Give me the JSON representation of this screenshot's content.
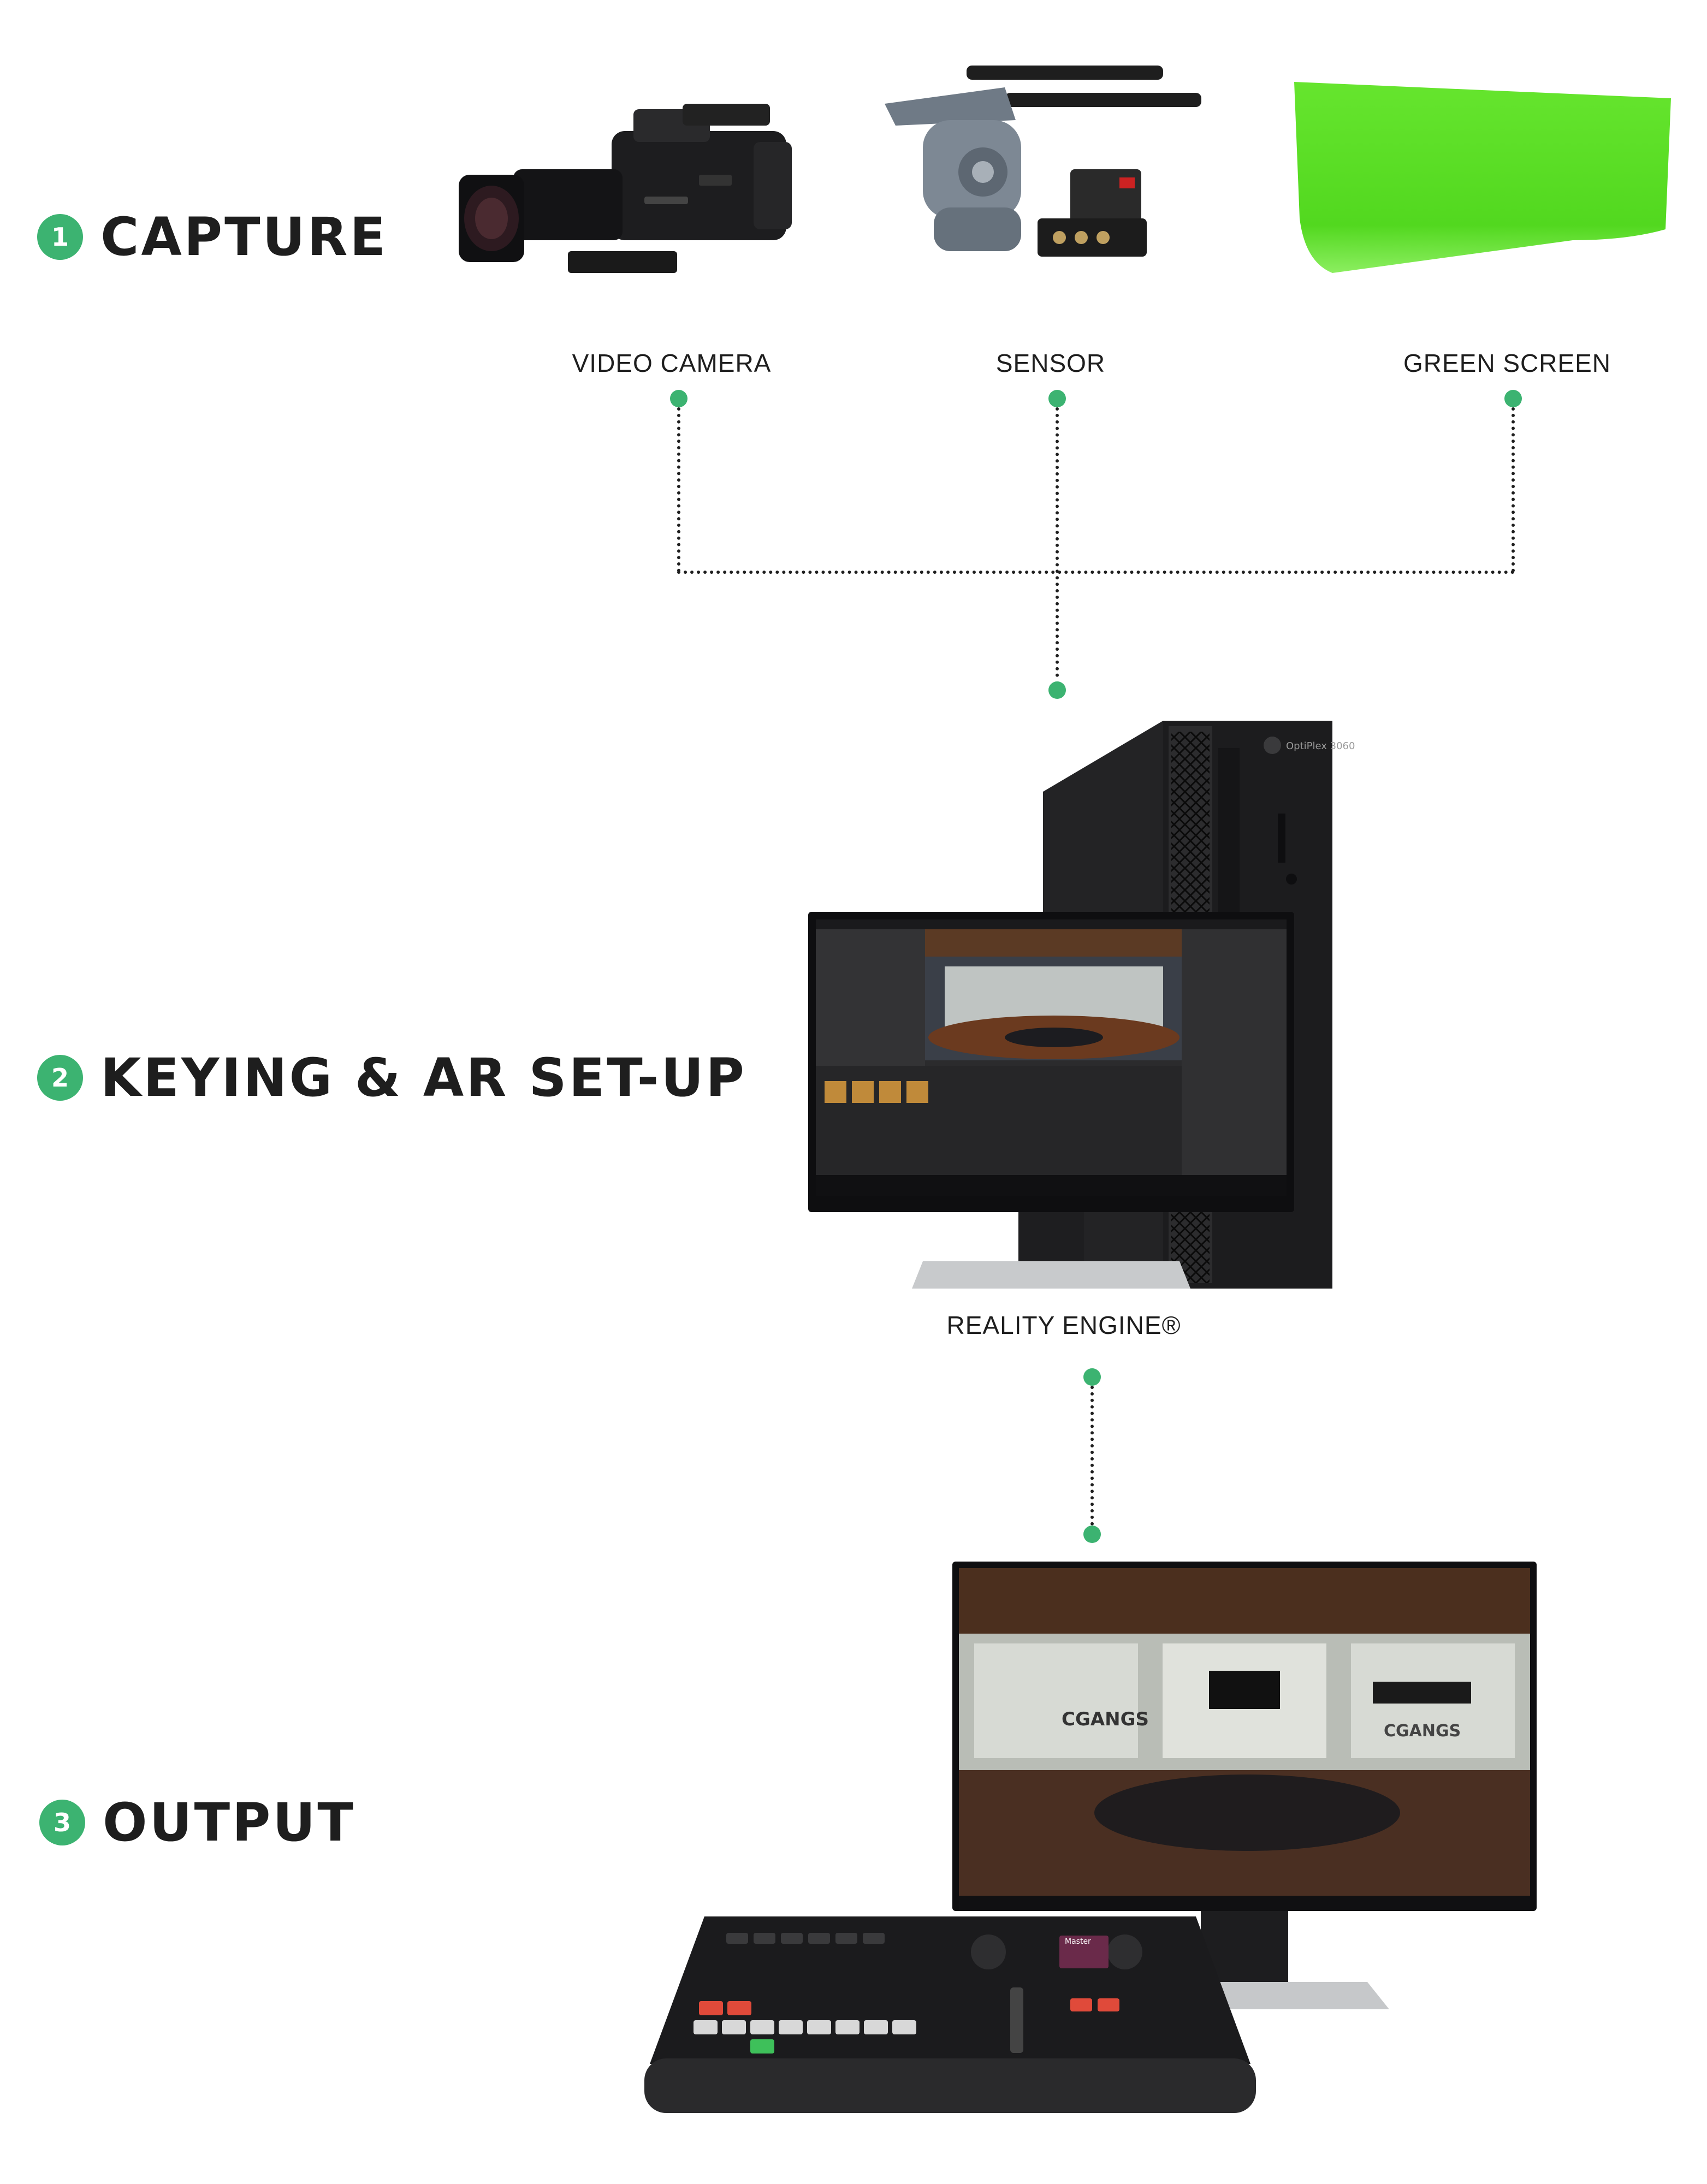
{
  "steps": [
    {
      "number": "1",
      "title": "CAPTURE"
    },
    {
      "number": "2",
      "title": "KEYING & AR SET-UP"
    },
    {
      "number": "3",
      "title": "OUTPUT"
    }
  ],
  "devices": {
    "video_camera": "VIDEO CAMERA",
    "sensor": "SENSOR",
    "green_screen": "GREEN SCREEN",
    "reality_engine": "REALITY ENGINE®"
  },
  "product_text": {
    "pc_model": "OptiPlex 3060",
    "studio_logo_left": "CGANGS",
    "studio_logo_right": "CGANGS",
    "switcher_badge": "Master"
  },
  "colors": {
    "accent": "#3cb371",
    "text": "#1e1e1e",
    "green_screen": "#5be028"
  }
}
